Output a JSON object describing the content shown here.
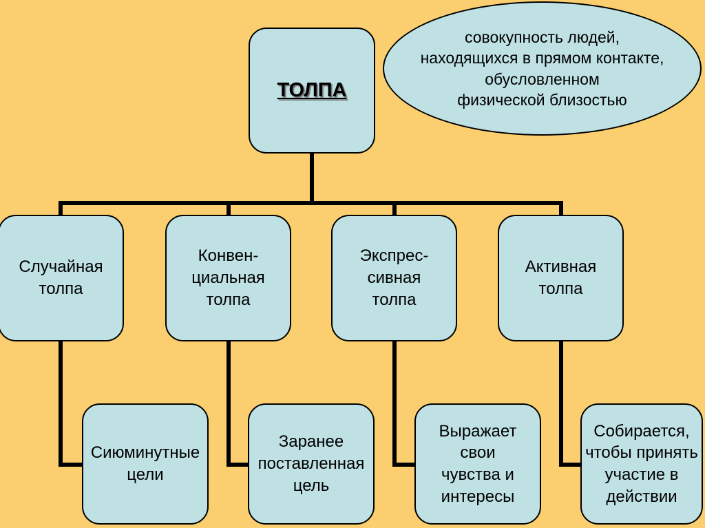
{
  "root": {
    "label": "ТОЛПА"
  },
  "definition": {
    "text": "совокупность людей,\nнаходящихся в прямом контакте,\nобусловленном\nфизической близостью"
  },
  "types": [
    {
      "label": "Случайная\nтолпа",
      "goal": "Сиюминутные\nцели"
    },
    {
      "label": "Конвен-\nциальная\nтолпа",
      "goal": "Заранее\nпоставленная\nцель"
    },
    {
      "label": "Экспрес-\nсивная\nтолпа",
      "goal": "Выражает\nсвои\nчувства и\nинтересы"
    },
    {
      "label": "Активная\nтолпа",
      "goal": "Собирается,\nчтобы принять\nучастие в\nдействии"
    }
  ],
  "colors": {
    "background": "#fbcf6f",
    "box_fill": "#bfe1e4",
    "line": "#000000"
  }
}
